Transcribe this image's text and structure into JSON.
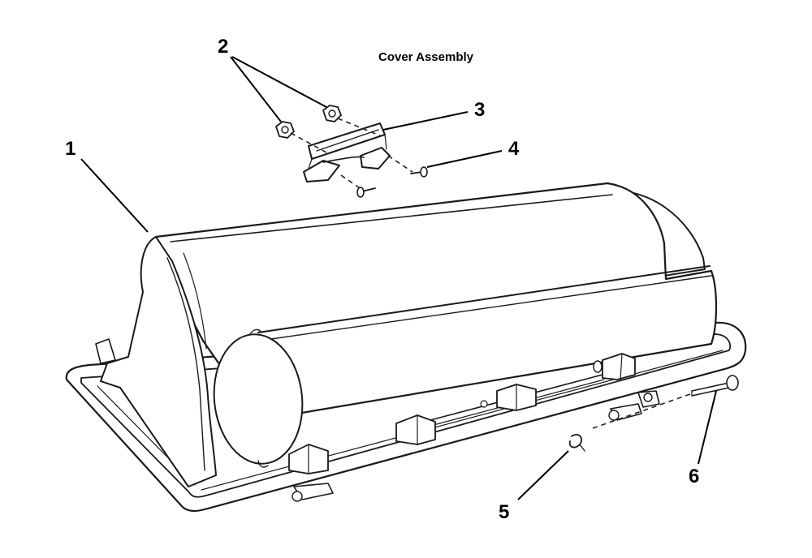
{
  "diagram": {
    "title": "Cover Assembly",
    "callouts": [
      {
        "id": "1",
        "label": "1"
      },
      {
        "id": "2",
        "label": "2"
      },
      {
        "id": "3",
        "label": "3"
      },
      {
        "id": "4",
        "label": "4"
      },
      {
        "id": "5",
        "label": "5"
      },
      {
        "id": "6",
        "label": "6"
      }
    ]
  }
}
